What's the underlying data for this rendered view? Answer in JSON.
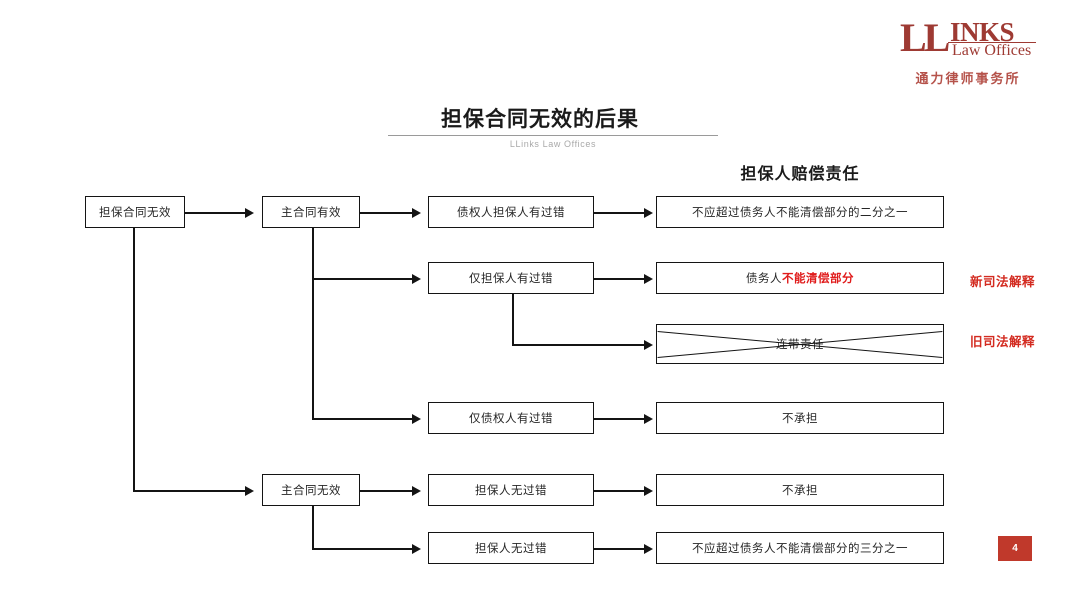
{
  "brand": {
    "logo_ll": "LL",
    "logo_inks": "INKS",
    "logo_law_offices": "Law Offices",
    "logo_chinese": "通力律师事务所"
  },
  "slide": {
    "title": "担保合同无效的后果",
    "subtitle": "LLinks Law Offices",
    "column_header": "担保人赔偿责任",
    "page_number": "4"
  },
  "colors": {
    "brand_red": "#9e3a33",
    "accent_red": "#d32b20",
    "highlight_red": "#e01b1b",
    "page_badge": "#c0392b",
    "line": "#141414"
  },
  "diagram": {
    "root": {
      "label": "担保合同无效"
    },
    "branches": [
      {
        "label": "主合同有效"
      },
      {
        "label": "主合同无效"
      }
    ],
    "conditions": [
      {
        "label": "债权人担保人有过错"
      },
      {
        "label": "仅担保人有过错"
      },
      {
        "label": "仅债权人有过错"
      },
      {
        "label": "担保人无过错"
      },
      {
        "label": "担保人无过错"
      }
    ],
    "outcomes": [
      {
        "text_plain": "不应超过债务人不能清偿部分的二分之一",
        "prefix": "不应超过债务人不能清偿部分的二分之一",
        "highlight": "",
        "struck": false
      },
      {
        "text_plain": "债务人不能清偿部分",
        "prefix": "债务人",
        "highlight": "不能清偿部分",
        "struck": false
      },
      {
        "text_plain": "连带责任",
        "prefix": "连带责任",
        "highlight": "",
        "struck": true
      },
      {
        "text_plain": "不承担",
        "prefix": "不承担",
        "highlight": "",
        "struck": false
      },
      {
        "text_plain": "不承担",
        "prefix": "不承担",
        "highlight": "",
        "struck": false
      },
      {
        "text_plain": "不应超过债务人不能清偿部分的三分之一",
        "prefix": "不应超过债务人不能清偿部分的三分之一",
        "highlight": "",
        "struck": false
      }
    ],
    "annotations": [
      {
        "label": "新司法解释"
      },
      {
        "label": "旧司法解释"
      }
    ]
  }
}
